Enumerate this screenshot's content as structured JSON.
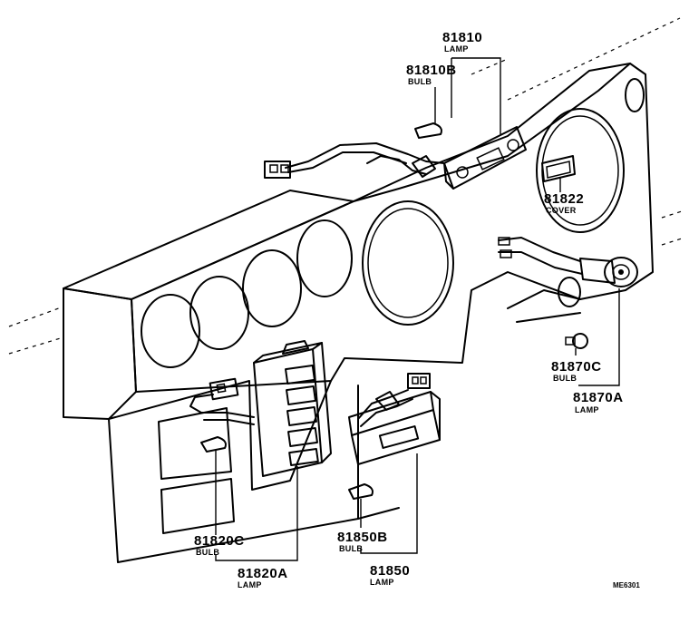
{
  "parts": {
    "p81810": {
      "number": "81810",
      "name": "LAMP"
    },
    "p81810B": {
      "number": "81810B",
      "name": "BULB"
    },
    "p81822": {
      "number": "81822",
      "name": "COVER"
    },
    "p81870C": {
      "number": "81870C",
      "name": "BULB"
    },
    "p81870A": {
      "number": "81870A",
      "name": "LAMP"
    },
    "p81820C": {
      "number": "81820C",
      "name": "BULB"
    },
    "p81820A": {
      "number": "81820A",
      "name": "LAMP"
    },
    "p81850B": {
      "number": "81850B",
      "name": "BULB"
    },
    "p81850": {
      "number": "81850",
      "name": "LAMP"
    }
  },
  "drawing_code": "ME6301"
}
